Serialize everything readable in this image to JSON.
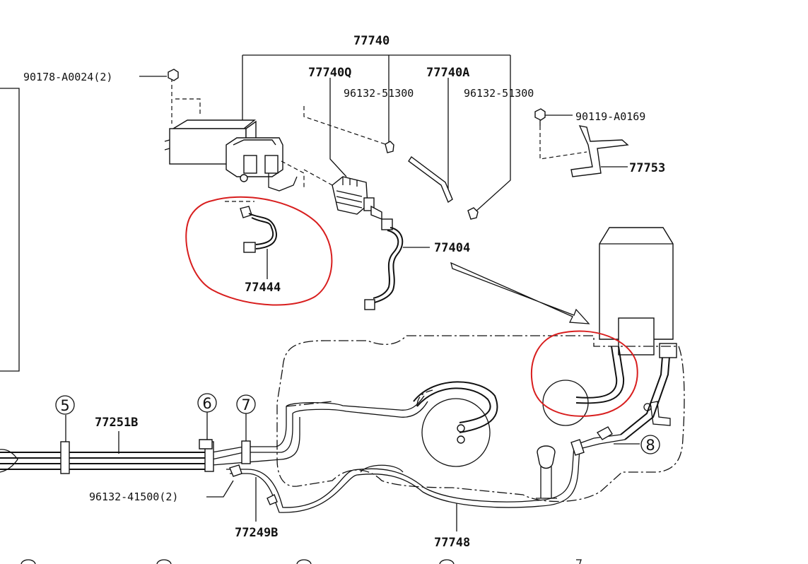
{
  "labels": {
    "p77740": "77740",
    "p77740q": "77740Q",
    "p77740a": "77740A",
    "p96132_51300_left": "96132-51300",
    "p96132_51300_right": "96132-51300",
    "p90178": "90178-A0024(2)",
    "p90119": "90119-A0169",
    "p77753": "77753",
    "p77404": "77404",
    "p77444": "77444",
    "p77251b": "77251B",
    "p96132_41500": "96132-41500(2)",
    "p77249b": "77249B",
    "p77748": "77748"
  },
  "callouts": {
    "c5": "5",
    "c6": "6",
    "c7": "7",
    "c8": "8"
  },
  "colors": {
    "line": "#111111",
    "annotation_red": "#d81e1e",
    "background": "#ffffff"
  }
}
